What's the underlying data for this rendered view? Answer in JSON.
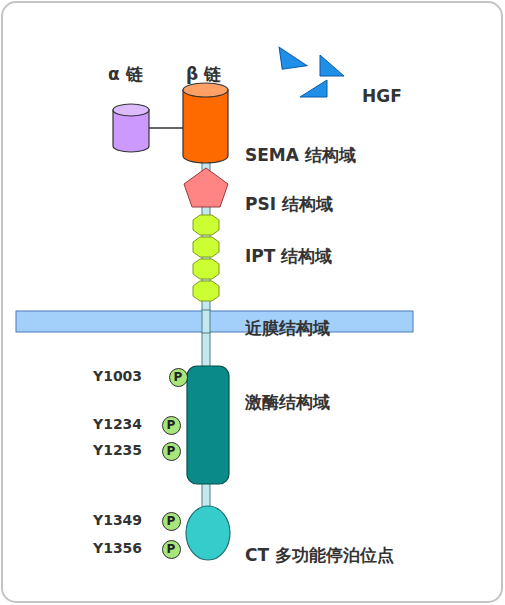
{
  "diagram": {
    "nodes": [
      {
        "text": [
          "P"
        ]
      },
      {
        "text": [
          "P"
        ]
      },
      {
        "text": [
          "P"
        ]
      },
      {
        "text": [
          "P"
        ]
      },
      {
        "text": [
          "P"
        ]
      }
    ],
    "labels": [
      "α 链",
      "β 链",
      "HGF",
      "SEMA 结构域",
      "PSI 结构域",
      "IPT 结构域",
      "近膜结构域",
      "Y1003",
      "Y1234",
      "Y1235",
      "Y1349",
      "Y1356",
      "激酶结构域",
      "CT 多功能停泊位点"
    ]
  }
}
